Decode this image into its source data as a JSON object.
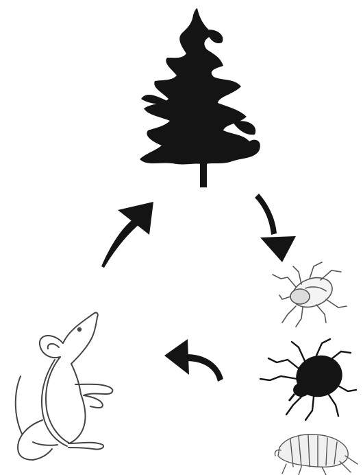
{
  "diagram": {
    "kind": "life-cycle",
    "nodes": [
      {
        "id": "tree",
        "icon": "pine-tree-icon"
      },
      {
        "id": "tick-light",
        "icon": "tick-outline-icon"
      },
      {
        "id": "tick-dark",
        "icon": "tick-silhouette-icon"
      },
      {
        "id": "flea",
        "icon": "flea-outline-icon"
      },
      {
        "id": "mouse",
        "icon": "mouse-outline-icon"
      }
    ],
    "arrows": [
      {
        "from": "tree",
        "to": "tick-light"
      },
      {
        "from": "tick-dark",
        "to": "mouse"
      },
      {
        "from": "mouse",
        "to": "tree"
      }
    ],
    "colors": {
      "ink": "#141414",
      "outline": "#555555",
      "background": "#ffffff"
    }
  }
}
